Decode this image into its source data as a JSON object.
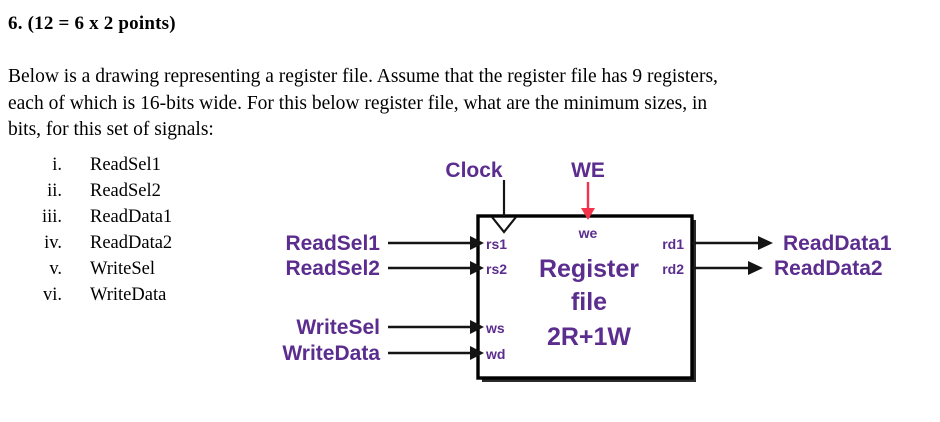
{
  "question": {
    "number_line": "6. (12 = 6 x 2 points)",
    "paragraph_lines": [
      "Below is a drawing representing a register file.  Assume that the register file has 9 registers,",
      "each of which is 16-bits wide.  For this below register file, what are the minimum sizes, in",
      "bits, for this set of signals:"
    ],
    "signals": [
      {
        "numeral": "i.",
        "label": "ReadSel1"
      },
      {
        "numeral": "ii.",
        "label": "ReadSel2"
      },
      {
        "numeral": "iii.",
        "label": "ReadData1"
      },
      {
        "numeral": "iv.",
        "label": "ReadData2"
      },
      {
        "numeral": "v.",
        "label": "WriteSel"
      },
      {
        "numeral": "vi.",
        "label": "WriteData"
      }
    ]
  },
  "diagram": {
    "top_labels": {
      "clock": "Clock",
      "we": "WE"
    },
    "block_title_lines": [
      "Register",
      "file",
      "2R+1W"
    ],
    "input_labels": [
      {
        "external": "ReadSel1",
        "pin": "rs1"
      },
      {
        "external": "ReadSel2",
        "pin": "rs2"
      },
      {
        "external": "WriteSel",
        "pin": "ws"
      },
      {
        "external": "WriteData",
        "pin": "wd"
      }
    ],
    "output_labels": [
      {
        "pin": "rd1",
        "external": "ReadData1"
      },
      {
        "pin": "rd2",
        "external": "ReadData2"
      }
    ],
    "top_pin_label": "we",
    "colors": {
      "label_purple": "#5b2d8e",
      "we_arrow_red": "#f4334a",
      "wire_black": "#141414",
      "box_border": "#000000",
      "background": "#ffffff"
    }
  }
}
